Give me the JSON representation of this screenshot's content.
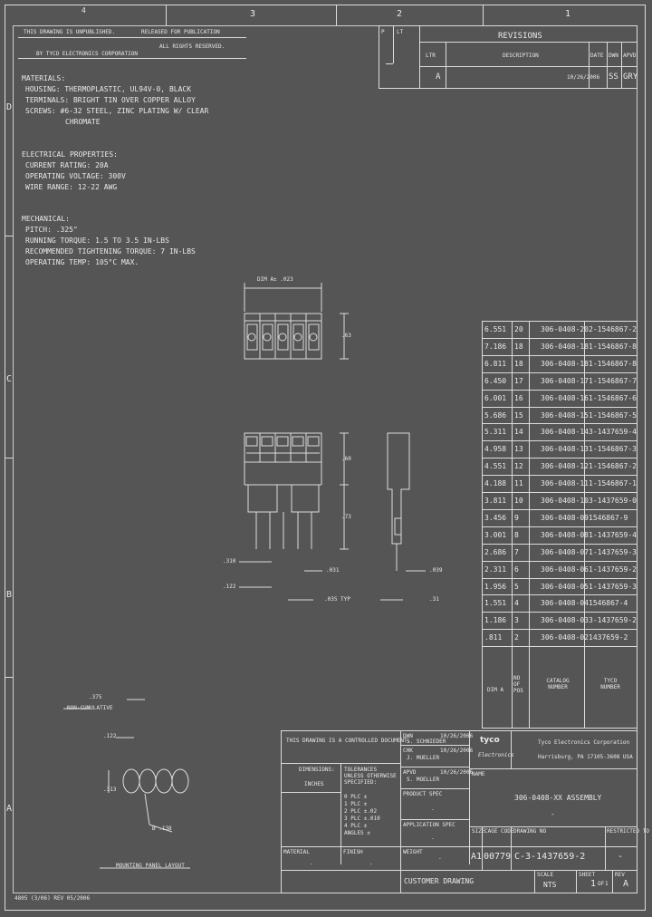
{
  "zones": {
    "top": [
      "4",
      "3",
      "2",
      "1"
    ],
    "side": [
      "D",
      "C",
      "B",
      "A"
    ]
  },
  "header_notes": {
    "line1": "THIS DRAWING IS UNPUBLISHED.",
    "line2": "RELEASED FOR PUBLICATION",
    "line3": "ALL RIGHTS RESERVED.",
    "line4": "BY TYCO ELECTRONICS CORPORATION"
  },
  "revisions": {
    "title": "REVISIONS",
    "col_ltr": "LTR",
    "col_desc": "DESCRIPTION",
    "col_date": "DATE",
    "col_dwn": "DWN",
    "col_apvd": "APVD",
    "row_ltr": "A",
    "row_date": "10/26/2006",
    "row_dwn": "SS",
    "row_apvd": "GRY",
    "p_label": "P",
    "lt_label": "LT"
  },
  "notes": {
    "materials_title": "MATERIALS:",
    "materials": [
      "HOUSING: THERMOPLASTIC, UL94V-0, BLACK",
      "TERMINALS: BRIGHT TIN OVER COPPER ALLOY",
      "SCREWS: #6-32 STEEL, ZINC PLATING W/ CLEAR",
      "CHROMATE"
    ],
    "electrical_title": "ELECTRICAL PROPERTIES:",
    "electrical": [
      "CURRENT RATING: 20A",
      "OPERATING VOLTAGE: 300V",
      "WIRE RANGE: 12-22 AWG"
    ],
    "mechanical_title": "MECHANICAL:",
    "mechanical": [
      "PITCH: .325\"",
      "RUNNING TORQUE: 1.5 TO 3.5 IN-LBS",
      "RECOMMENDED TIGHTENING TORQUE: 7 IN-LBS",
      "OPERATING TEMP: 105°C MAX."
    ]
  },
  "dimensions": {
    "dim_a": "DIM A± .023",
    "d_63": ".63",
    "d_60": ".60",
    "d_73": ".73",
    "d_310": ".310",
    "d_122": ".122",
    "d_031": ".031",
    "d_035": ".035 TYP",
    "d_039": ".039",
    "d_31": ".31",
    "d_375": ".375",
    "non_cum": "NON-CUMULATIVE",
    "d_122b": ".122",
    "d_313": ".313",
    "d_138": "Ø .138",
    "panel_label": "MOUNTING PANEL LAYOUT"
  },
  "parts_table": {
    "rows": [
      {
        "dim": "6.551",
        "pos": "20",
        "catalog": "306-0408-20",
        "tyco": "2-1546867-2"
      },
      {
        "dim": "7.186",
        "pos": "18",
        "catalog": "306-0408-18",
        "tyco": "1-1546867-8"
      },
      {
        "dim": "6.811",
        "pos": "18",
        "catalog": "306-0408-18",
        "tyco": "1-1546867-8"
      },
      {
        "dim": "6.450",
        "pos": "17",
        "catalog": "306-0408-17",
        "tyco": "1-1546867-7"
      },
      {
        "dim": "6.001",
        "pos": "16",
        "catalog": "306-0408-16",
        "tyco": "1-1546867-6"
      },
      {
        "dim": "5.686",
        "pos": "15",
        "catalog": "306-0408-15",
        "tyco": "1-1546867-5"
      },
      {
        "dim": "5.311",
        "pos": "14",
        "catalog": "306-0408-14",
        "tyco": "3-1437659-4"
      },
      {
        "dim": "4.958",
        "pos": "13",
        "catalog": "306-0408-13",
        "tyco": "1-1546867-3"
      },
      {
        "dim": "4.551",
        "pos": "12",
        "catalog": "306-0408-12",
        "tyco": "1-1546867-2"
      },
      {
        "dim": "4.188",
        "pos": "11",
        "catalog": "306-0408-11",
        "tyco": "1-1546867-1"
      },
      {
        "dim": "3.811",
        "pos": "10",
        "catalog": "306-0408-10",
        "tyco": "3-1437659-0"
      },
      {
        "dim": "3.456",
        "pos": "9",
        "catalog": "306-0408-09",
        "tyco": "1546867-9"
      },
      {
        "dim": "3.001",
        "pos": "8",
        "catalog": "306-0408-08",
        "tyco": "1-1437659-4"
      },
      {
        "dim": "2.686",
        "pos": "7",
        "catalog": "306-0408-07",
        "tyco": "1-1437659-3"
      },
      {
        "dim": "2.311",
        "pos": "6",
        "catalog": "306-0408-06",
        "tyco": "1-1437659-2"
      },
      {
        "dim": "1.956",
        "pos": "5",
        "catalog": "306-0408-05",
        "tyco": "1-1437659-3"
      },
      {
        "dim": "1.551",
        "pos": "4",
        "catalog": "306-0408-04",
        "tyco": "1546867-4"
      },
      {
        "dim": "1.186",
        "pos": "3",
        "catalog": "306-0408-03",
        "tyco": "3-1437659-2"
      },
      {
        "dim": ".811",
        "pos": "2",
        "catalog": "306-0408-02",
        "tyco": "1437659-2"
      }
    ],
    "header_dim": "DIM A",
    "header_pos": "NO OF POS",
    "header_catalog": "CATALOG NUMBER",
    "header_tyco": "TYCO NUMBER"
  },
  "title_block": {
    "controlled": "THIS DRAWING IS A CONTROLLED DOCUMENT.",
    "dimensions_label": "DIMENSIONS:",
    "dimensions_value": "INCHES",
    "tolerances_label": "TOLERANCES UNLESS OTHERWISE SPECIFIED:",
    "tol_rows": [
      "0 PLC ±",
      "1 PLC ±",
      "2 PLC ±.02",
      "3 PLC ±.010",
      "4 PLC ±",
      "ANGLES ±"
    ],
    "material_label": "MATERIAL",
    "material_value": "-",
    "finish_label": "FINISH",
    "finish_value": "-",
    "dwn_label": "DWN",
    "dwn_value": "S. SCHNIEDER",
    "dwn_date": "10/26/2006",
    "chk_label": "CHK",
    "chk_value": "J. MUELLER",
    "chk_date": "10/26/2006",
    "apvd_label": "APVD",
    "apvd_value": "S. MOELLER",
    "apvd_date": "10/26/2006",
    "product_spec_label": "PRODUCT SPEC",
    "product_spec_value": "-",
    "application_spec_label": "APPLICATION SPEC",
    "application_spec_value": "-",
    "weight_label": "WEIGHT",
    "weight_value": "-",
    "company_logo": "tyco",
    "company_logo_sub": "Electronics",
    "company_name": "Tyco Electronics Corporation",
    "company_addr": "Harrisburg, PA 17105-3608 USA",
    "name_label": "NAME",
    "name_value": "306-0408-XX ASSEMBLY",
    "name_value2": "-",
    "size_label": "SIZE",
    "cage_label": "CAGE CODE",
    "drawing_no_label": "DRAWING NO",
    "restricted_label": "RESTRICTED TO",
    "size_value": "A1",
    "cage_value": "00779",
    "drawing_no_value": "C-3-1437659-2",
    "restricted_value": "-",
    "customer_drawing": "CUSTOMER DRAWING",
    "scale_label": "SCALE",
    "scale_value": "NTS",
    "sheet_label": "SHEET",
    "sheet_value": "1",
    "of_label": "OF",
    "of_value": "1",
    "rev_label": "REV",
    "rev_value": "A"
  },
  "footer": "4805 (3/06) REV 05/2006"
}
